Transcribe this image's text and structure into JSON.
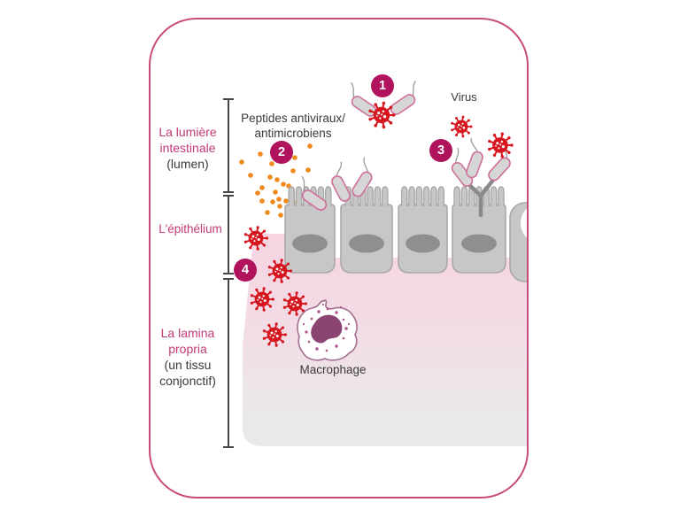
{
  "regions": {
    "lumen": {
      "label": "La lumière\nintestinale",
      "sublabel": "(lumen)"
    },
    "epithelium": {
      "label": "L'épithélium"
    },
    "lamina_propria": {
      "label": "La lamina\npropria",
      "sublabel": "(un tissu\nconjonctif)"
    }
  },
  "annotations": {
    "peptides": "Peptides antiviraux/\nantimicrobiens",
    "virus": "Virus",
    "macrophage": "Macrophage"
  },
  "steps": [
    {
      "number": "1"
    },
    {
      "number": "2"
    },
    {
      "number": "3"
    },
    {
      "number": "4"
    }
  ],
  "icons": [
    "virus-icon",
    "bacterium-icon",
    "peptide-dot-icon",
    "epithelial-cell-icon",
    "goblet-cell-icon",
    "receptor-y-icon",
    "macrophage-icon",
    "region-bracket"
  ],
  "colors": {
    "frame_border": "#c94a7c",
    "region_label_pink": "#c23a78",
    "step_badge": "#b0135c",
    "virus_red": "#d6161f",
    "peptide_orange": "#f08a1d",
    "bacteria_outline_pink": "#cf6f9b",
    "bacteria_fill": "#d6d6d6",
    "flagellum_gray": "#9b9b9b",
    "cell_fill": "#c7c7c7",
    "cell_stroke": "#a9a9a9",
    "nucleus_gray": "#8f8f8f",
    "receptor_gray": "#8a8a8a",
    "macrophage_outline": "#a56f90",
    "macrophage_nucleus": "#8b4571",
    "macrophage_dots": "#b1548c",
    "tissue_pink_top": "#f6d4e1",
    "tissue_pink_mid": "#f2dce5",
    "tissue_gray_mid": "#ebe7e9",
    "tissue_gray_bottom": "#e9e9eb",
    "bracket_gray": "#474747",
    "text_dark": "#3a3a3a"
  }
}
